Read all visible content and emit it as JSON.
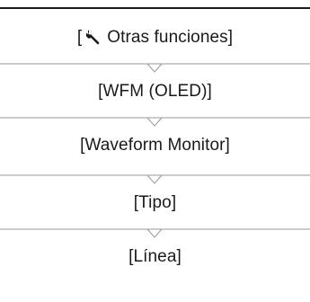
{
  "menu_path": {
    "first": {
      "open": "[",
      "icon": "wrench-icon",
      "label": "Otras funciones",
      "close": "]"
    },
    "steps": [
      "[WFM (OLED)]",
      "[Waveform Monitor]",
      "[Tipo]",
      "[Línea]"
    ]
  },
  "colors": {
    "text": "#1a1a1a",
    "separator": "#9a9a9a",
    "rule": "#1a1a1a"
  }
}
